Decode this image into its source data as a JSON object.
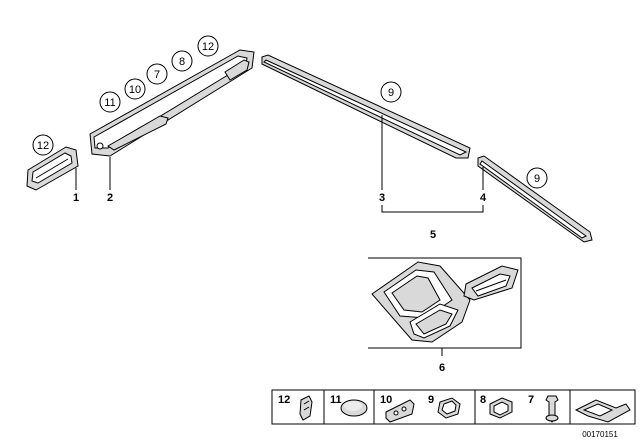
{
  "callouts": {
    "c12_left": "12",
    "c11": "11",
    "c10": "10",
    "c7": "7",
    "c8": "8",
    "c12_top": "12",
    "c9_a": "9",
    "c9_b": "9"
  },
  "labels": {
    "l1": "1",
    "l2": "2",
    "l3": "3",
    "l4": "4",
    "l5": "5",
    "l6": "6"
  },
  "legend": {
    "cells": [
      "12",
      "11",
      "10",
      "9",
      "8",
      "7"
    ]
  },
  "doc_id": "00170151"
}
